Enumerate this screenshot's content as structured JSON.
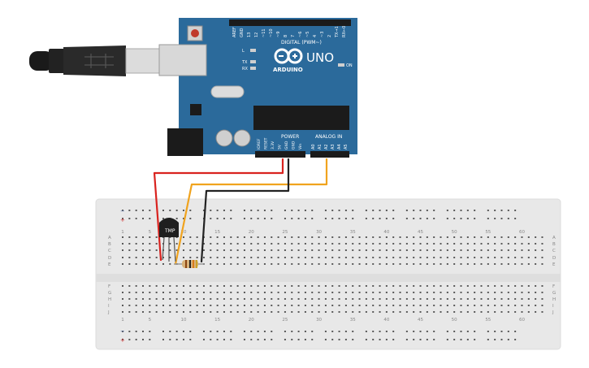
{
  "arduino": {
    "brand": "ARDUINO",
    "model": "UNO",
    "digital_label": "DIGITAL (PWM~)",
    "power_label": "POWER",
    "analog_label": "ANALOG IN",
    "on_label": "ON",
    "led_labels": [
      "L",
      "TX",
      "RX"
    ],
    "digital_pins": [
      "AREF",
      "GND",
      "13",
      "12",
      "~11",
      "~10",
      "~9",
      "8",
      "7",
      "~6",
      "~5",
      "4",
      "~3",
      "2",
      "TX→1",
      "RX←0"
    ],
    "power_pins": [
      "IOREF",
      "RESET",
      "3.3V",
      "5V",
      "GND",
      "GND",
      "Vin"
    ],
    "analog_pins": [
      "A0",
      "A1",
      "A2",
      "A3",
      "A4",
      "A5"
    ]
  },
  "breadboard": {
    "column_numbers": [
      "1",
      "5",
      "10",
      "15",
      "20",
      "25",
      "30",
      "35",
      "40",
      "45",
      "50",
      "55",
      "60"
    ],
    "row_letters_top": [
      "A",
      "B",
      "C",
      "D",
      "E"
    ],
    "row_letters_bottom": [
      "F",
      "G",
      "H",
      "I",
      "J"
    ],
    "rail_minus": "−",
    "rail_plus": "+"
  },
  "components": {
    "sensor_label": "TMP"
  },
  "colors": {
    "board_blue": "#2b6a9b",
    "wire_red": "#d9231f",
    "wire_orange": "#f0a31e",
    "wire_black": "#222222",
    "breadboard": "#e8e8e8"
  }
}
